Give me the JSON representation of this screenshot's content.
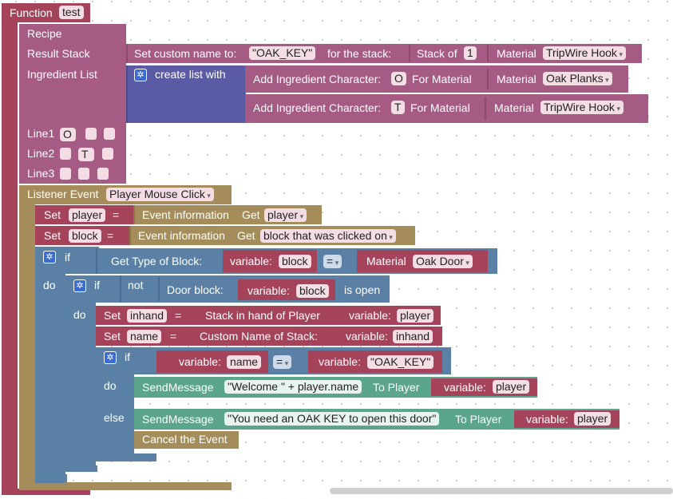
{
  "function": {
    "label": "Function",
    "name": "test"
  },
  "recipe": {
    "label": "Recipe",
    "result_stack_label": "Result Stack",
    "set_custom_name_label": "Set custom name to:",
    "custom_name_value": "\"OAK_KEY\"",
    "for_stack_label": "for the stack:",
    "stack_of_label": "Stack of",
    "stack_count": "1",
    "material_label": "Material",
    "result_material": "TripWire Hook",
    "ingredient_list_label": "Ingredient List",
    "create_list_label": "create list with",
    "ingredients": [
      {
        "prefix": "Add Ingredient Character:",
        "char": "O",
        "for_material": "For Material",
        "material_label": "Material",
        "material": "Oak Planks"
      },
      {
        "prefix": "Add Ingredient Character:",
        "char": "T",
        "for_material": "For Material",
        "material_label": "Material",
        "material": "TripWire Hook"
      }
    ],
    "lines": [
      {
        "label": "Line1",
        "cells": [
          "O",
          "",
          ""
        ]
      },
      {
        "label": "Line2",
        "cells": [
          "",
          "T",
          ""
        ]
      },
      {
        "label": "Line3",
        "cells": [
          "",
          "",
          ""
        ]
      }
    ]
  },
  "listener": {
    "label": "Listener Event",
    "event": "Player Mouse Click"
  },
  "set_player": {
    "set": "Set",
    "var": "player",
    "eq": "=",
    "event_info": "Event information",
    "get": "Get",
    "what": "player"
  },
  "set_block": {
    "set": "Set",
    "var": "block",
    "eq": "=",
    "event_info": "Event information",
    "get": "Get",
    "what": "block that was clicked on"
  },
  "if1": {
    "if": "if",
    "do": "do",
    "get_type": "Get Type of Block:",
    "variable": "variable:",
    "var": "block",
    "op": "=",
    "material_label": "Material",
    "material": "Oak Door"
  },
  "if2": {
    "if": "if",
    "do": "do",
    "not": "not",
    "door_block": "Door block:",
    "variable": "variable:",
    "var": "block",
    "is_open": "is open"
  },
  "set_inhand": {
    "set": "Set",
    "var": "inhand",
    "eq": "=",
    "text": "Stack in hand of Player",
    "variable": "variable:",
    "of": "player"
  },
  "set_name": {
    "set": "Set",
    "var": "name",
    "eq": "=",
    "text": "Custom Name of Stack:",
    "variable": "variable:",
    "of": "inhand"
  },
  "if3": {
    "if": "if",
    "do": "do",
    "else": "else",
    "variable": "variable:",
    "var": "name",
    "op": "=",
    "variable2": "variable:",
    "value": "\"OAK_KEY\""
  },
  "msg1": {
    "label": "SendMessage",
    "text": "\"Welcome \" + player.name",
    "to": "To Player",
    "variable": "variable:",
    "var": "player"
  },
  "msg2": {
    "label": "SendMessage",
    "text": "\"You need an OAK KEY to open this door\"",
    "to": "To Player",
    "variable": "variable:",
    "var": "player"
  },
  "cancel": {
    "label": "Cancel the Event"
  },
  "colors": {
    "function": "#a5435b",
    "recipe": "#a55b83",
    "list": "#5b5ba5",
    "event": "#a58c5b",
    "logic": "#5b80a5",
    "message": "#5ba58c"
  }
}
